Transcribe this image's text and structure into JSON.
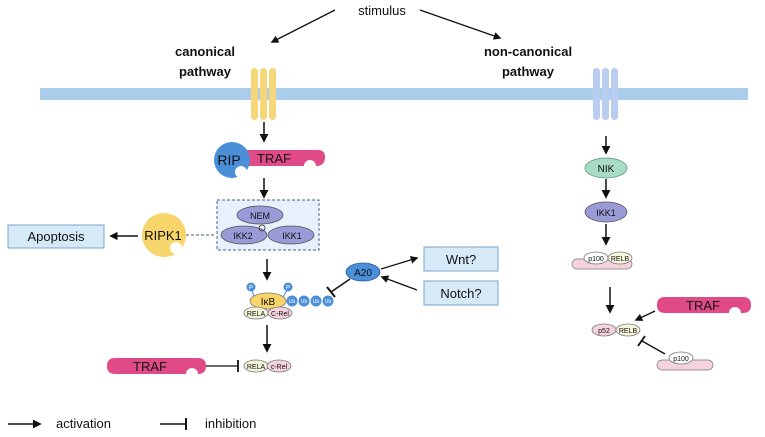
{
  "stimulus": "stimulus",
  "canonical": {
    "line1": "canonical",
    "line2": "pathway"
  },
  "noncanonical": {
    "line1": "non-canonical",
    "line2": "pathway"
  },
  "rip": "RIP",
  "traf_top": "TRAF",
  "nem": "NEM",
  "ikk2": "IKK2",
  "ikk1": "IKK1",
  "ripk1": "RIPK1",
  "apoptosis": "Apoptosis",
  "ikb": "IκB",
  "rela": "RELA",
  "crel": "C-Rel",
  "p": "P",
  "ub": "Ub",
  "a20": "A20",
  "wnt": "Wnt?",
  "notch": "Notch?",
  "traf_bottom": "TRAF",
  "rela2": "RELA",
  "crel2": "c-Rel",
  "nik": "NIK",
  "ikk1_nc": "IKK1",
  "p100": "p100",
  "relb": "RELB",
  "traf_right": "TRAF",
  "p52": "p52",
  "relb2": "RELB",
  "p100b": "p100",
  "legend": {
    "activation": "activation",
    "inhibition": "inhibition"
  },
  "colors": {
    "membrane": "#a9cdea",
    "receptor_canonical": "#f5d77a",
    "receptor_noncanonical": "#b8cdef",
    "traf": "#e04a86",
    "rip": "#4a8fd8",
    "ripk1": "#f7d56a",
    "nem_ikk": "#9a9ad8",
    "nik": "#a8dcc4",
    "a20": "#4a8fd8",
    "box": "#d6e9f7"
  }
}
